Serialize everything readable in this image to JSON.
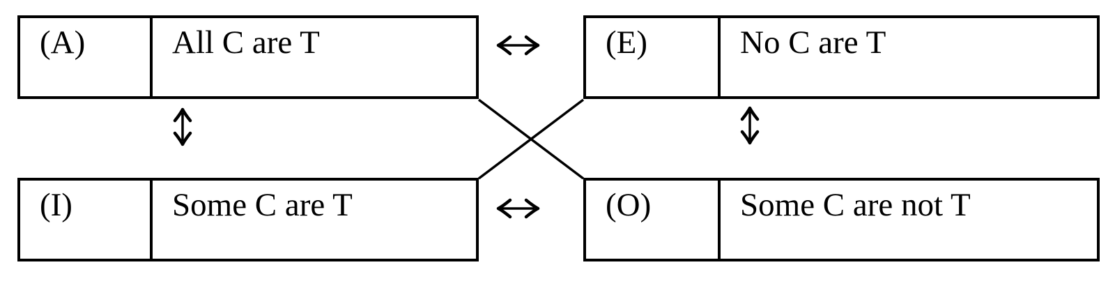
{
  "colors": {
    "line": "#000000",
    "background": "#ffffff",
    "text": "#000000"
  },
  "boxes": [
    {
      "code": "(A)",
      "statement": "All C are T"
    },
    {
      "code": "(E)",
      "statement": "No C are T"
    },
    {
      "code": "(I)",
      "statement": "Some C are T"
    },
    {
      "code": "(O)",
      "statement": "Some C are not T"
    }
  ],
  "icons": {
    "left-right-arrow": "↔",
    "up-down-arrow": "↕",
    "contradiction-line": "diagonal line"
  },
  "connections": [
    {
      "between": "(A) and (E)",
      "symbol": "↔"
    },
    {
      "between": "(I) and (O)",
      "symbol": "↔"
    },
    {
      "between": "(A) and (I)",
      "symbol": "↕"
    },
    {
      "between": "(E) and (O)",
      "symbol": "↕"
    },
    {
      "between": "(A) and (O)",
      "symbol": "diagonal line"
    },
    {
      "between": "(E) and (I)",
      "symbol": "diagonal line"
    }
  ]
}
